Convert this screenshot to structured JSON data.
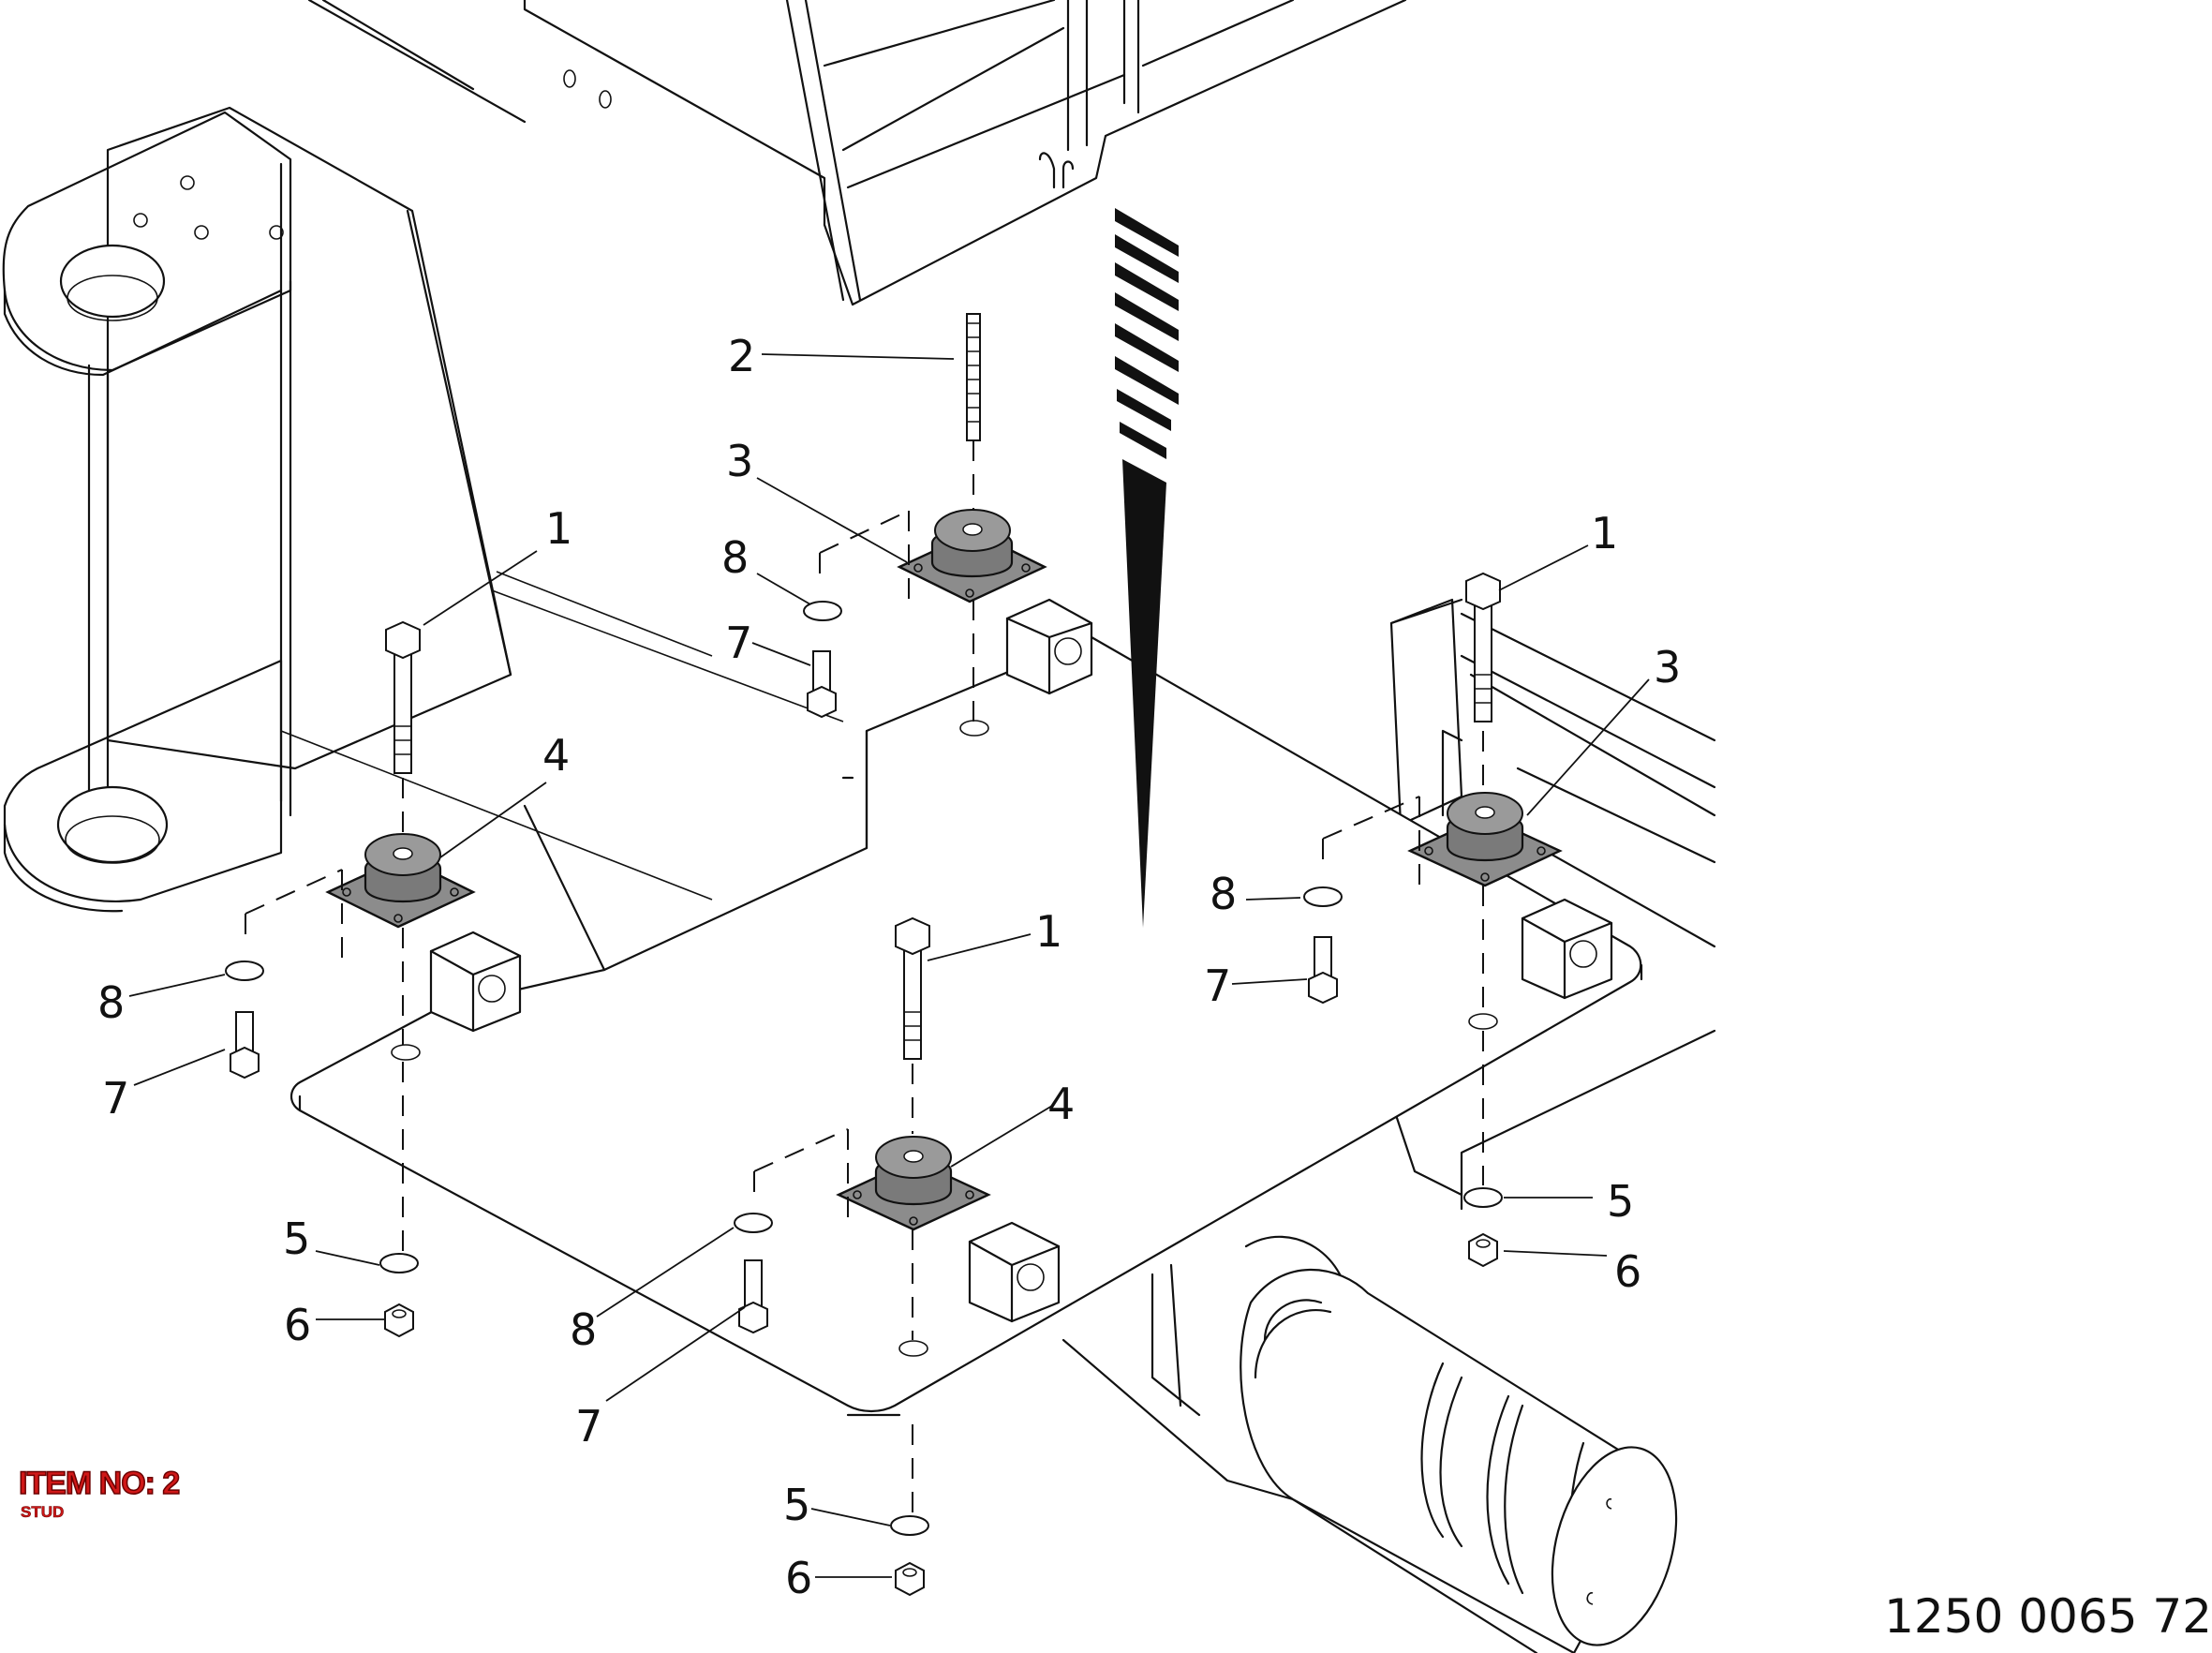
{
  "item_info": {
    "title": "ITEM NO: 2",
    "description": "STUD"
  },
  "drawing_number": "1250 0065 72",
  "callouts": [
    {
      "label": "1"
    },
    {
      "label": "1"
    },
    {
      "label": "1"
    },
    {
      "label": "2"
    },
    {
      "label": "3"
    },
    {
      "label": "3"
    },
    {
      "label": "4"
    },
    {
      "label": "4"
    },
    {
      "label": "5"
    },
    {
      "label": "5"
    },
    {
      "label": "5"
    },
    {
      "label": "6"
    },
    {
      "label": "6"
    },
    {
      "label": "6"
    },
    {
      "label": "7"
    },
    {
      "label": "7"
    },
    {
      "label": "7"
    },
    {
      "label": "7"
    },
    {
      "label": "8"
    },
    {
      "label": "8"
    },
    {
      "label": "8"
    },
    {
      "label": "8"
    }
  ],
  "colors": {
    "item_text": "#d01818",
    "mount_fill": "#8c8c8c",
    "line": "#111111"
  }
}
